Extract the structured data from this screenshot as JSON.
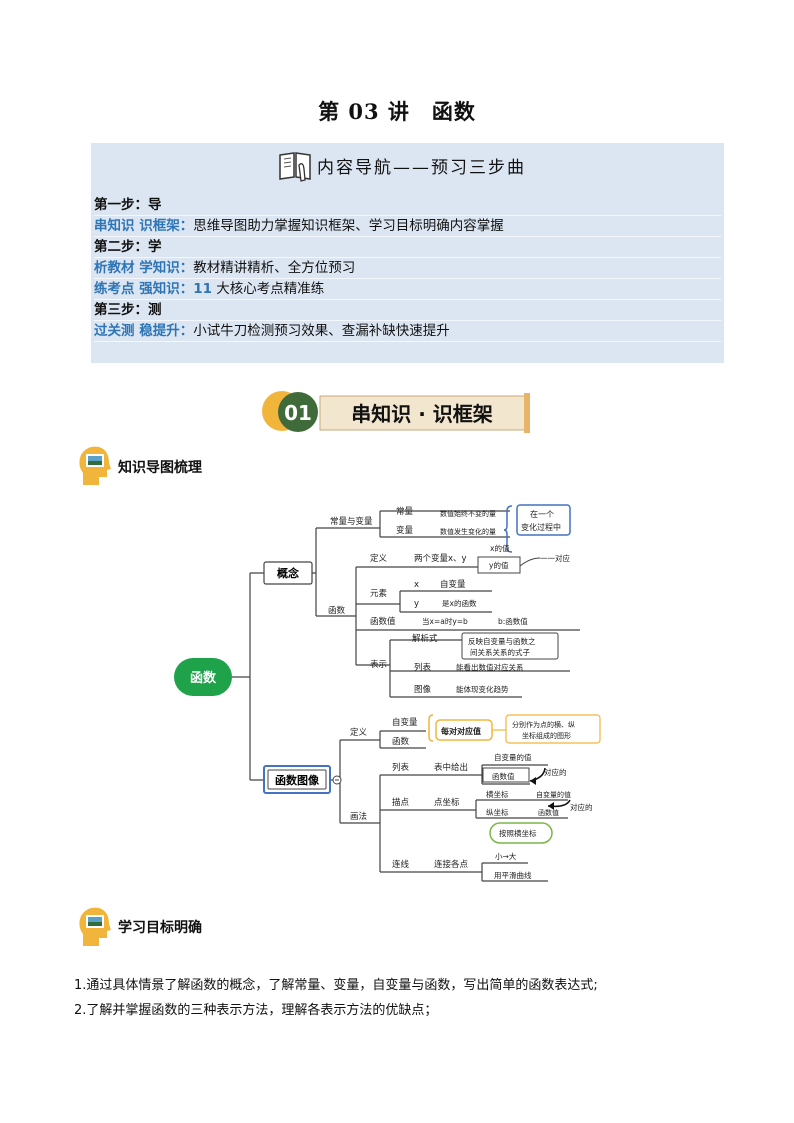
{
  "title": "第 03 讲　函数",
  "nav": {
    "title": "内容导航——预习三步曲",
    "rows": [
      {
        "a": "第一步：导",
        "b": ""
      },
      {
        "a": "串知识  识框架：",
        "b": "思维导图助力掌握知识框架、学习目标明确内容掌握"
      },
      {
        "a": "第二步：学",
        "b": ""
      },
      {
        "a": "析教材  学知识：",
        "b": "教材精讲精析、全方位预习"
      },
      {
        "a": "练考点  强知识：",
        "b_num": "11",
        "b": " 大核心考点精准练"
      },
      {
        "a": "第三步：测",
        "b": ""
      },
      {
        "a": "过关测  稳提升：",
        "b": "小试牛刀检测预习效果、查漏补缺快速提升"
      }
    ]
  },
  "banner": {
    "num": "01",
    "text": "串知识 · 识框架"
  },
  "section1": "知识导图梳理",
  "section2": "学习目标明确",
  "objectives": [
    "1.通过具体情景了解函数的概念，了解常量、变量，自变量与函数，写出简单的函数表达式;",
    "2.了解并掌握函数的三种表示方法，理解各表示方法的优缺点；"
  ],
  "mindmap": {
    "root": "函数",
    "concept": "概念",
    "graph": "函数图像",
    "constvar": "常量与变量",
    "const": "常量",
    "const_desc": "数值始终不变的量",
    "var": "变量",
    "var_desc": "数值发生变化的量",
    "inprocess": "在一个变化过程中",
    "func": "函数",
    "def": "定义",
    "two_vars": "两个变量x、y",
    "xval": "x的值",
    "yval": "y的值",
    "corr": "一一对应",
    "elements": "元素",
    "x": "x",
    "indep": "自变量",
    "y": "y",
    "yfunc": "是x的函数",
    "fval": "函数值",
    "when": "当x=a时y=b",
    "bval": "b:函数值",
    "repr": "表示",
    "analytic": "解析式",
    "analytic_desc1": "反映自变量与函数之",
    "analytic_desc2": "间关系关系的式子",
    "table": "列表",
    "table_desc": "能看出数值对应关系",
    "image": "图像",
    "image_desc": "能体现变化趋势",
    "g_def": "定义",
    "g_indep": "自变量",
    "g_func": "函数",
    "pair": "每对对应值",
    "pair_desc1": "分别作为点的横、纵",
    "pair_desc2": "坐标组成的图形",
    "method": "画法",
    "list": "列表",
    "list_desc": "表中给出",
    "indep_val": "自变量的值",
    "func_val": "函数值",
    "corr2": "对应的",
    "plot": "描点",
    "coord": "点坐标",
    "hx": "横坐标",
    "hx_val": "自变量的值",
    "zy": "纵坐标",
    "zy_val": "函数值",
    "corr3": "对应的",
    "order": "按照横坐标",
    "small_big": "小→大",
    "connect": "连线",
    "connect_pts": "连接各点",
    "smooth": "用平滑曲线"
  }
}
